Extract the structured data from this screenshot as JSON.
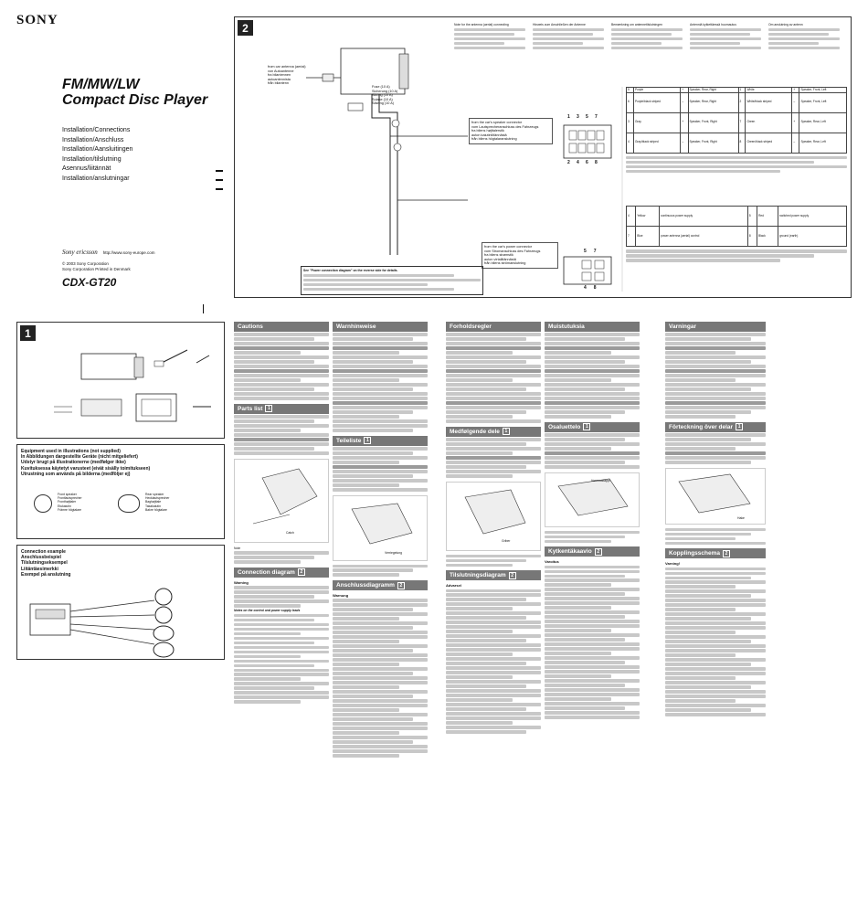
{
  "header": {
    "brand": "SONY",
    "title_line1": "FM/MW/LW",
    "title_line2": "Compact Disc Player",
    "languages": [
      "Installation/Connections",
      "Installation/Anschluss",
      "Installation/Aansluitingen",
      "Installation/tilslutning",
      "Asennus/liitännät",
      "Installation/anslutningar"
    ],
    "url": "http://www.sony-europe.com",
    "corp_line1": "© 2003 Sony Corporation",
    "corp_line2": "Sony Corporation   Printed in Denmark",
    "model": "CDX-GT20",
    "logo": "Sony ericsson"
  },
  "section1": {
    "number": "1",
    "equipment_title_lines": [
      "Equipment used in illustrations (not supplied)",
      "In Abbildungen dargestellte Geräte (nicht mitgeliefert)",
      "Udstyr brugt på illustrationerne (medfølger ikke)",
      "Kuvituksessa käytetyt varusteet (eivät sisälly toimitukseen)",
      "Utrustning som används på bilderna (medföljer ej)"
    ],
    "front_speaker": [
      "Front speaker",
      "Frontlautsprecher",
      "Fronthøjttaler",
      "Etukaiutin",
      "Främre högtalare"
    ],
    "rear_speaker": [
      "Rear speaker",
      "Hecklautsprecher",
      "Baghøjttale",
      "Takakaiutin",
      "Bakre högtalare"
    ],
    "connection_title_lines": [
      "Connection example",
      "Anschlussbeispiel",
      "Tilslutningseksempel",
      "Liitäntäesimerkki",
      "Exempel på anslutning"
    ]
  },
  "section2": {
    "number": "2",
    "antenna_note": "from car antenna (aerial)\nvon Autoantenne\nfra bilantennen\nautoantennista\nfrån bilantenn",
    "fuse_lines": [
      "Fuse (10 A)",
      "Sicherung (10 A)",
      "Sikring (10 A)",
      "Sulake (10 A)",
      "Säkring (10 A)"
    ],
    "speaker_connector_note": "from the car's speaker connector\nvom Lautsprecheranschluss des Fahrzeugs\nfra bilens højttalerstik\nauton kaiutinliitännästä\nfrån bilens högtalaranslutning",
    "power_connector_note": "from the car's power connector\nvom Stromanschluss des Fahrzeugs\nfra bilens strømstik\nauton virtaliitännästä\nfrån bilens strömanslutning",
    "pin_top": [
      "1",
      "3",
      "5",
      "7"
    ],
    "pin_bottom": [
      "2",
      "4",
      "6",
      "8"
    ],
    "pin_power_top": [
      "5",
      "7"
    ],
    "pin_power_bottom": [
      "4",
      "8"
    ],
    "see_power": "See \"Power connection diagram\" on the reverse side for details.",
    "notes_col": [
      "Note for the antenna (aerial) connecting",
      "Hinweis zum Anschließen der Antenne",
      "Bemærkning om antennetilslutningen",
      "Antenniä kytkettäessä huomautus",
      "Om anslutning av antenn"
    ],
    "wire_table": [
      {
        "pos": "5",
        "color": "Purple",
        "sign": "+",
        "desc": "Speaker, Rear, Right"
      },
      {
        "pos": "6",
        "color": "Purple/black striped",
        "sign": "–",
        "desc": "Speaker, Rear, Right"
      },
      {
        "pos": "3",
        "color": "Gray",
        "sign": "+",
        "desc": "Speaker, Front, Right"
      },
      {
        "pos": "4",
        "color": "Gray/black striped",
        "sign": "–",
        "desc": "Speaker, Front, Right"
      },
      {
        "pos": "1",
        "color": "White",
        "sign": "+",
        "desc": "Speaker, Front, Left"
      },
      {
        "pos": "2",
        "color": "White/black striped",
        "sign": "–",
        "desc": "Speaker, Front, Left"
      },
      {
        "pos": "7",
        "color": "Green",
        "sign": "+",
        "desc": "Speaker, Rear, Left"
      },
      {
        "pos": "8",
        "color": "Green/black striped",
        "sign": "–",
        "desc": "Speaker, Rear, Left"
      }
    ],
    "power_table": [
      {
        "pos": "4",
        "color": "Yellow",
        "desc": "continuous power supply"
      },
      {
        "pos": "7",
        "color": "Blue",
        "desc": "power antenna (aerial) control"
      },
      {
        "pos": "5",
        "color": "Red",
        "desc": "switched power supply"
      },
      {
        "pos": "8",
        "color": "Black",
        "desc": "ground (earth)"
      }
    ]
  },
  "columns": [
    {
      "header": "Cautions",
      "lang": "en"
    },
    {
      "header": "Warnhinweise",
      "lang": "de"
    },
    {
      "header": "Forholdsregler",
      "lang": "da"
    },
    {
      "header": "Muistutuksia",
      "lang": "fi"
    },
    {
      "header": "Varningar",
      "lang": "sv"
    }
  ],
  "subheaders": {
    "parts_list": [
      "Parts list",
      "Teileliste",
      "Medfølgende dele",
      "Osaluettelo",
      "Förteckning över delar"
    ],
    "parts_num": "1",
    "connection_diagram": [
      "Connection diagram",
      "Anschlussdiagramm",
      "Tilslutningsdiagram",
      "Kytkentäkaavio",
      "Kopplingsschema"
    ],
    "connection_num": "2",
    "warning": [
      "Warning",
      "Warnung",
      "Advarsel",
      "Varoitus",
      "Varning!"
    ],
    "notes_on_control": "Notes on the control and power supply leads",
    "figure_labels": {
      "catch": "Catch",
      "lock": "Verriegelung",
      "hook": "Griber",
      "hook_fi": "Varmuustappi",
      "hook_sv": "Hake",
      "note": "Note"
    }
  }
}
